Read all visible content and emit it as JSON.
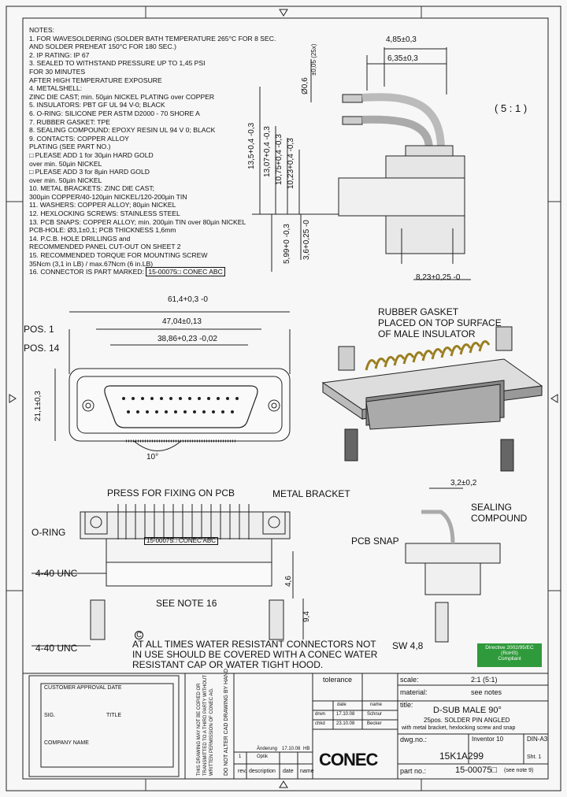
{
  "notes": {
    "heading": "NOTES:",
    "lines": [
      "1. FOR WAVESOLDERING (SOLDER BATH TEMPERATURE 265°C FOR 8 SEC.",
      "    AND SOLDER PREHEAT 150°C FOR 180 SEC.)",
      "2. IP RATING: IP 67",
      "3. SEALED TO WITHSTAND PRESSURE UP TO 1,45 PSI",
      "    FOR 30 MINUTES",
      "    AFTER HIGH TEMPERATURE EXPOSURE",
      "4. METALSHELL:",
      "    ZINC DIE CAST; min. 50µin NICKEL PLATING over COPPER",
      "5. INSULATORS: PBT GF UL 94 V-0; BLACK",
      "6. O-RING: SILICONE PER ASTM D2000 - 70 SHORE A",
      "7. RUBBER GASKET: TPE",
      "8. SEALING COMPOUND: EPOXY RESIN UL 94 V 0; BLACK",
      "9. CONTACTS: COPPER ALLOY",
      "    PLATING (SEE PART NO.)",
      "    □ PLEASE ADD 1 for 30µin HARD GOLD",
      "        over min. 50µin NICKEL",
      "    □ PLEASE ADD 3 for 8µin HARD GOLD",
      "        over min. 50µin NICKEL",
      "10. METAL BRACKETS: ZINC DIE CAST;",
      "    300µin COPPER/40-120µin NICKEL/120-200µin TIN",
      "11. WASHERS: COPPER ALLOY; 80µin NICKEL",
      "12. HEXLOCKING SCREWS: STAINLESS STEEL",
      "13. PCB SNAPS: COPPER ALLOY; min. 200µin TIN over 80µin NICKEL",
      "    PCB-HOLE: Ø3,1±0,1; PCB THICKNESS 1,6mm",
      "14. P.C.B. HOLE DRILLINGS and",
      "    RECOMMENDED PANEL CUT-OUT ON SHEET 2",
      "15. RECOMMENDED TORQUE FOR MOUNTING SCREW",
      "    35Ncm (3,1 in LB) / max.67Ncm (6 in.LB)",
      "16. CONNECTOR IS PART MARKED: "
    ],
    "marking": "15-00075□  CONEC  ABC"
  },
  "dims": {
    "d1": "4,85±0,3",
    "d2": "6,35±0,3",
    "pin_dia": "Ø0,6",
    "pin_tol": "±0,05 (25x)",
    "scale": "( 5 : 1 )",
    "h1": "13,5+0,4 -0,3",
    "h2": "13,07+0,4 -0,3",
    "h3": "10,75+0,4 -0,3",
    "h4": "10,23+0,4 -0,3",
    "h5": "5,99+0 -0,3",
    "h6": "3,6+0,25 -0",
    "w1": "8,23+0,25 -0",
    "overall": "61,4+0,3 -0",
    "flange": "47,04±0,13",
    "shell": "38,86+0,23 -0,02",
    "height": "21,1±0,3",
    "angle": "10°",
    "d32": "3,2±0,2",
    "d46": "4,6",
    "d94": "9,4",
    "sw": "SW 4,8"
  },
  "labels": {
    "pos1": "POS. 1",
    "pos14": "POS. 14",
    "gasket1": "RUBBER GASKET",
    "gasket2": "PLACED ON TOP SURFACE",
    "gasket3": "OF MALE INSULATOR",
    "press": "PRESS FOR FIXING ON PCB",
    "bracket": "METAL BRACKET",
    "oring": "O-RING",
    "unc1": "4-40 UNC",
    "unc2": "4-40 UNC",
    "see16": "SEE NOTE 16",
    "sealing1": "SEALING",
    "sealing2": "COMPOUND",
    "pcbsnap": "PCB SNAP",
    "mark": "15-00075□  CONEC  ABC",
    "water1": "AT ALL TIMES WATER RESISTANT CONNECTORS NOT",
    "water2": "IN USE SHOULD BE COVERED WITH A CONEC WATER",
    "water3": "RESISTANT CAP OR WATER TIGHT HOOD.",
    "c": "C"
  },
  "rohs": {
    "line1": "Directive 2002/95/EC",
    "line2": "(RoHS)",
    "line3": "Compliant"
  },
  "titleblock": {
    "tolerance": "tolerance",
    "scale_label": "scale:",
    "scale_value": "2:1 (5:1)",
    "material_label": "material:",
    "material_value": "see notes",
    "date_label": "date",
    "name_label": "name",
    "drwn_label": "drwn",
    "drwn_date": "17.10.08",
    "drwn_name": "Schnur",
    "chkd_label": "chkd",
    "chkd_date": "23.10.08",
    "chkd_name": "Becker",
    "title_label": "title:",
    "title1": "D-SUB MALE  90°",
    "title2": "25pos. SOLDER PIN ANGLED",
    "title3": "with metal bracket, hexlocking screw and snap",
    "dwg_label": "dwg.no.:",
    "software": "Inventor 10",
    "size": "DIN-A3",
    "dwg_no": "15K1A299",
    "sheet": "Sht. 1",
    "part_label": "part no.:",
    "part_no": "15-00075□",
    "part_note": "(see note 9)",
    "rev_label": "rev.",
    "desc_label": "description",
    "rdate_label": "date",
    "rname_label": "name",
    "rev_id": "1",
    "rev_desc": "Änderung",
    "rev_date": "17.10.08",
    "rev_name": "HB",
    "rev2_desc": "Optik",
    "brand": "CONEC",
    "approval_title": "CUSTOMER APPROVAL DATE",
    "sig": "SIG.",
    "title_f": "TITLE",
    "company": "COMPANY NAME",
    "dontalter": "DO NOT ALTER CAD DRAWING BY HAND",
    "copyright1": "THIS DRAWING MAY NOT BE COPIED OR",
    "copyright2": "TRANSMITTED TO A THIRD PARTY WITHOUT",
    "copyright3": "WRITTEN PERMISSION OF CONEC AG."
  }
}
